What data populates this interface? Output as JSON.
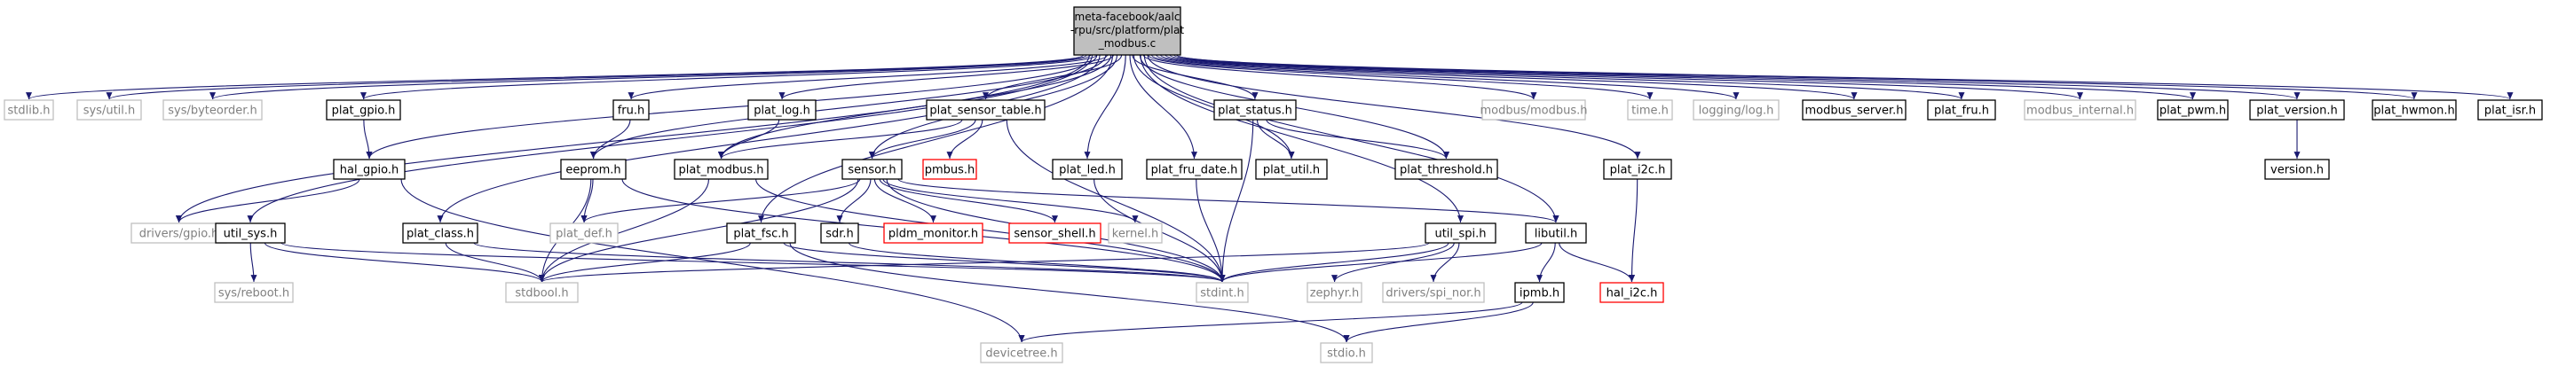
{
  "colors": {
    "edge": "#191970",
    "root_fill": "#bfbfbf",
    "header_border": "#000000",
    "missing_border": "#bfbfbf",
    "missing_text": "#808080",
    "undocumented_border": "#ff0000",
    "text": "#000000"
  },
  "root": {
    "id": "root",
    "label_lines": [
      "meta-facebook/aalc",
      "-rpu/src/platform/plat",
      "_modbus.c"
    ]
  },
  "nodes": [
    {
      "id": "stdlib",
      "label": "stdlib.h",
      "kind": "missing"
    },
    {
      "id": "sys_util",
      "label": "sys/util.h",
      "kind": "missing"
    },
    {
      "id": "sys_byteorder",
      "label": "sys/byteorder.h",
      "kind": "missing"
    },
    {
      "id": "plat_gpio",
      "label": "plat_gpio.h",
      "kind": "header"
    },
    {
      "id": "fru",
      "label": "fru.h",
      "kind": "header"
    },
    {
      "id": "plat_log",
      "label": "plat_log.h",
      "kind": "header"
    },
    {
      "id": "plat_sensor_table",
      "label": "plat_sensor_table.h",
      "kind": "header"
    },
    {
      "id": "plat_status",
      "label": "plat_status.h",
      "kind": "header"
    },
    {
      "id": "modbus",
      "label": "modbus/modbus.h",
      "kind": "missing"
    },
    {
      "id": "time",
      "label": "time.h",
      "kind": "missing"
    },
    {
      "id": "logging",
      "label": "logging/log.h",
      "kind": "missing"
    },
    {
      "id": "modbus_server",
      "label": "modbus_server.h",
      "kind": "header"
    },
    {
      "id": "plat_fru",
      "label": "plat_fru.h",
      "kind": "header"
    },
    {
      "id": "modbus_internal",
      "label": "modbus_internal.h",
      "kind": "missing"
    },
    {
      "id": "plat_pwm",
      "label": "plat_pwm.h",
      "kind": "header"
    },
    {
      "id": "plat_version",
      "label": "plat_version.h",
      "kind": "header"
    },
    {
      "id": "plat_hwmon",
      "label": "plat_hwmon.h",
      "kind": "header"
    },
    {
      "id": "plat_isr",
      "label": "plat_isr.h",
      "kind": "header"
    },
    {
      "id": "hal_gpio",
      "label": "hal_gpio.h",
      "kind": "header"
    },
    {
      "id": "eeprom",
      "label": "eeprom.h",
      "kind": "header"
    },
    {
      "id": "plat_modbus",
      "label": "plat_modbus.h",
      "kind": "header"
    },
    {
      "id": "pmbus",
      "label": "pmbus.h",
      "kind": "undocumented"
    },
    {
      "id": "sensor",
      "label": "sensor.h",
      "kind": "header"
    },
    {
      "id": "plat_led",
      "label": "plat_led.h",
      "kind": "header"
    },
    {
      "id": "plat_fru_date",
      "label": "plat_fru_date.h",
      "kind": "header"
    },
    {
      "id": "plat_util",
      "label": "plat_util.h",
      "kind": "header"
    },
    {
      "id": "plat_threshold",
      "label": "plat_threshold.h",
      "kind": "header"
    },
    {
      "id": "plat_i2c",
      "label": "plat_i2c.h",
      "kind": "header"
    },
    {
      "id": "version",
      "label": "version.h",
      "kind": "header"
    },
    {
      "id": "drivers_gpio",
      "label": "drivers/gpio.h",
      "kind": "missing"
    },
    {
      "id": "util_sys",
      "label": "util_sys.h",
      "kind": "header"
    },
    {
      "id": "plat_class",
      "label": "plat_class.h",
      "kind": "header"
    },
    {
      "id": "plat_def",
      "label": "plat_def.h",
      "kind": "missing"
    },
    {
      "id": "plat_fsc",
      "label": "plat_fsc.h",
      "kind": "header"
    },
    {
      "id": "sdr",
      "label": "sdr.h",
      "kind": "header"
    },
    {
      "id": "pldm_monitor",
      "label": "pldm_monitor.h",
      "kind": "undocumented"
    },
    {
      "id": "sensor_shell",
      "label": "sensor_shell.h",
      "kind": "undocumented"
    },
    {
      "id": "kernel",
      "label": "kernel.h",
      "kind": "missing"
    },
    {
      "id": "util_spi",
      "label": "util_spi.h",
      "kind": "header"
    },
    {
      "id": "libutil",
      "label": "libutil.h",
      "kind": "header"
    },
    {
      "id": "sys_reboot",
      "label": "sys/reboot.h",
      "kind": "missing"
    },
    {
      "id": "stdbool",
      "label": "stdbool.h",
      "kind": "missing"
    },
    {
      "id": "stdint",
      "label": "stdint.h",
      "kind": "missing"
    },
    {
      "id": "zephyr",
      "label": "zephyr.h",
      "kind": "missing"
    },
    {
      "id": "drivers_spi_nor",
      "label": "drivers/spi_nor.h",
      "kind": "missing"
    },
    {
      "id": "ipmb",
      "label": "ipmb.h",
      "kind": "header"
    },
    {
      "id": "hal_i2c",
      "label": "hal_i2c.h",
      "kind": "undocumented"
    },
    {
      "id": "devicetree",
      "label": "devicetree.h",
      "kind": "missing"
    },
    {
      "id": "stdio",
      "label": "stdio.h",
      "kind": "missing"
    }
  ],
  "edges": [
    [
      "root",
      "stdlib"
    ],
    [
      "root",
      "sys_util"
    ],
    [
      "root",
      "sys_byteorder"
    ],
    [
      "root",
      "plat_gpio"
    ],
    [
      "root",
      "fru"
    ],
    [
      "root",
      "plat_log"
    ],
    [
      "root",
      "plat_sensor_table"
    ],
    [
      "root",
      "plat_status"
    ],
    [
      "root",
      "modbus"
    ],
    [
      "root",
      "time"
    ],
    [
      "root",
      "logging"
    ],
    [
      "root",
      "modbus_server"
    ],
    [
      "root",
      "plat_fru"
    ],
    [
      "root",
      "modbus_internal"
    ],
    [
      "root",
      "plat_pwm"
    ],
    [
      "root",
      "plat_version"
    ],
    [
      "root",
      "plat_hwmon"
    ],
    [
      "root",
      "plat_isr"
    ],
    [
      "root",
      "hal_gpio"
    ],
    [
      "root",
      "eeprom"
    ],
    [
      "root",
      "plat_modbus"
    ],
    [
      "root",
      "sensor"
    ],
    [
      "root",
      "plat_led"
    ],
    [
      "root",
      "plat_fru_date"
    ],
    [
      "root",
      "plat_util"
    ],
    [
      "root",
      "plat_threshold"
    ],
    [
      "root",
      "plat_i2c"
    ],
    [
      "root",
      "drivers_gpio"
    ],
    [
      "root",
      "util_sys"
    ],
    [
      "root",
      "plat_class"
    ],
    [
      "root",
      "plat_fsc"
    ],
    [
      "root",
      "util_spi"
    ],
    [
      "root",
      "libutil"
    ],
    [
      "plat_gpio",
      "hal_gpio"
    ],
    [
      "hal_gpio",
      "drivers_gpio"
    ],
    [
      "hal_gpio",
      "devicetree"
    ],
    [
      "fru",
      "eeprom"
    ],
    [
      "eeprom",
      "plat_def"
    ],
    [
      "eeprom",
      "stdbool"
    ],
    [
      "eeprom",
      "stdint"
    ],
    [
      "plat_log",
      "plat_modbus"
    ],
    [
      "plat_modbus",
      "stdbool"
    ],
    [
      "plat_modbus",
      "stdint"
    ],
    [
      "plat_sensor_table",
      "plat_modbus"
    ],
    [
      "plat_sensor_table",
      "pmbus"
    ],
    [
      "plat_sensor_table",
      "sensor"
    ],
    [
      "plat_sensor_table",
      "stdint"
    ],
    [
      "sensor",
      "plat_def"
    ],
    [
      "sensor",
      "stdbool"
    ],
    [
      "sensor",
      "sdr"
    ],
    [
      "sensor",
      "pldm_monitor"
    ],
    [
      "sensor",
      "sensor_shell"
    ],
    [
      "sensor",
      "kernel"
    ],
    [
      "sensor",
      "stdint"
    ],
    [
      "sensor",
      "libutil"
    ],
    [
      "plat_status",
      "plat_util"
    ],
    [
      "plat_status",
      "plat_threshold"
    ],
    [
      "plat_status",
      "stdint"
    ],
    [
      "plat_led",
      "stdint"
    ],
    [
      "plat_fru_date",
      "stdint"
    ],
    [
      "plat_version",
      "version"
    ],
    [
      "plat_i2c",
      "hal_i2c"
    ],
    [
      "util_sys",
      "sys_reboot"
    ],
    [
      "util_sys",
      "stdbool"
    ],
    [
      "util_sys",
      "stdint"
    ],
    [
      "plat_class",
      "stdbool"
    ],
    [
      "plat_class",
      "stdint"
    ],
    [
      "plat_fsc",
      "stdbool"
    ],
    [
      "plat_fsc",
      "stdint"
    ],
    [
      "plat_fsc",
      "stdio"
    ],
    [
      "sdr",
      "stdint"
    ],
    [
      "util_spi",
      "stdbool"
    ],
    [
      "util_spi",
      "stdint"
    ],
    [
      "util_spi",
      "zephyr"
    ],
    [
      "util_spi",
      "drivers_spi_nor"
    ],
    [
      "libutil",
      "stdint"
    ],
    [
      "libutil",
      "ipmb"
    ],
    [
      "libutil",
      "hal_i2c"
    ],
    [
      "ipmb",
      "stdio"
    ],
    [
      "ipmb",
      "devicetree"
    ]
  ]
}
